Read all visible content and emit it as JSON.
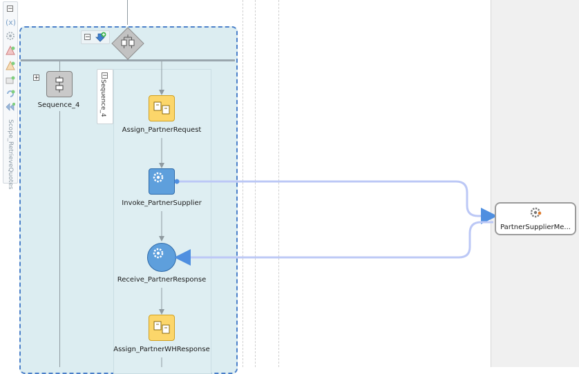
{
  "palette": {
    "tab_label": "Scope_RetrieveQuotes",
    "icons": [
      "collapse-icon",
      "variable-icon",
      "gear-icon",
      "fault-handler-icon",
      "event-handler-icon",
      "compensation-icon",
      "termination-icon",
      "correlation-icon"
    ]
  },
  "sequence_collapsed": {
    "label": "Sequence_4"
  },
  "sequence_tab": {
    "label": "Sequence_4"
  },
  "activities": [
    {
      "label": "Assign_PartnerRequest",
      "kind": "assign"
    },
    {
      "label": "Invoke_PartnerSupplier",
      "kind": "invoke"
    },
    {
      "label": "Receive_PartnerResponse",
      "kind": "receive"
    },
    {
      "label": "Assign_PartnerWHResponse",
      "kind": "assign"
    }
  ],
  "partner_link": {
    "label": "PartnerSupplierMe..."
  },
  "colors": {
    "scope_border": "#4a7fc9",
    "scope_fill": "#dcedf1",
    "wire": "#b8c4f5",
    "assign": "#fcd66a",
    "invoke": "#5e9fdc"
  }
}
